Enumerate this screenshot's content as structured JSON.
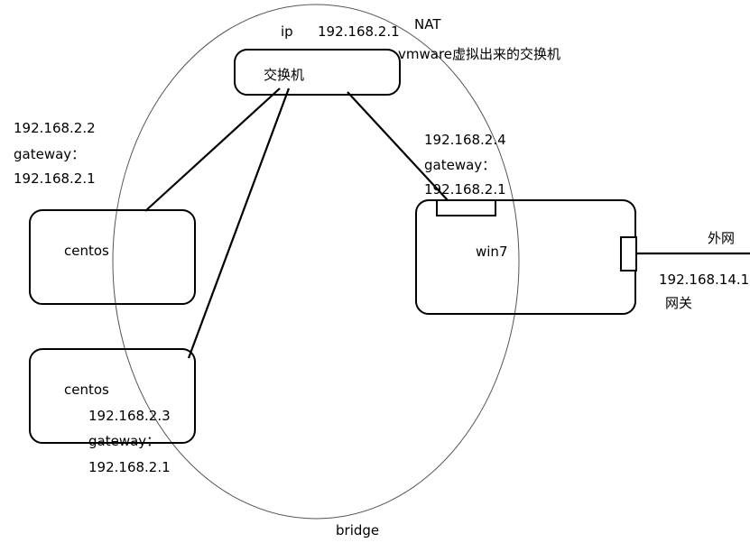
{
  "colors": {
    "stroke": "#000000",
    "background": "#ffffff",
    "ellipse": "#555555"
  },
  "switch": {
    "label": "交换机",
    "ip_prefix": "ip",
    "ip": "192.168.2.1",
    "mode": "NAT",
    "note": "vmware虚拟出来的交换机"
  },
  "centos1": {
    "label": "centos",
    "ip": "192.168.2.2",
    "gateway_label": "gateway：",
    "gateway": "192.168.2.1"
  },
  "centos2": {
    "label": "centos",
    "ip": "192.168.2.3",
    "gateway_label": "gateway：",
    "gateway": "192.168.2.1"
  },
  "win7": {
    "label": "win7",
    "ip": "192.168.2.4",
    "gateway_label": "gateway：",
    "gateway": "192.168.2.1"
  },
  "external": {
    "label": "外网",
    "ip": "192.168.14.1",
    "gateway_label": "网关"
  },
  "bridge_label": "bridge"
}
